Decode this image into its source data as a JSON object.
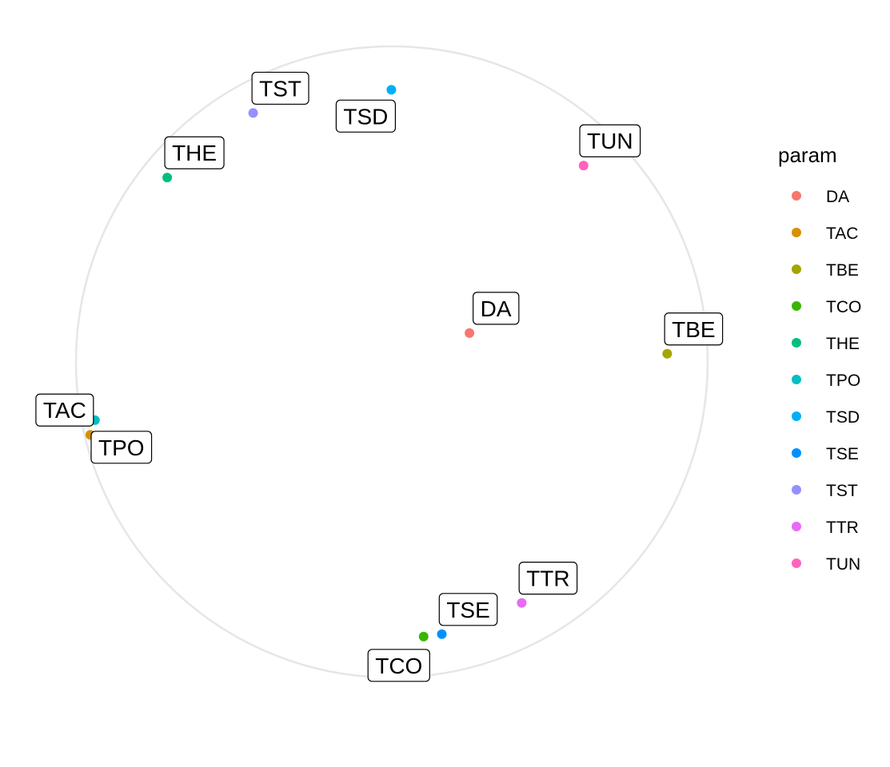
{
  "chart_data": {
    "type": "scatter",
    "coord": "polar",
    "grid": false,
    "legend": {
      "title": "param",
      "position": "right"
    },
    "points": [
      {
        "name": "DA",
        "angle_deg": 69.6,
        "radius": 0.267,
        "color": "#F8766D"
      },
      {
        "name": "TAC",
        "angle_deg": 256.4,
        "radius": 1.0,
        "color": "#D89000"
      },
      {
        "name": "TBE",
        "angle_deg": 88.3,
        "radius": 0.888,
        "color": "#A3A500"
      },
      {
        "name": "TCO",
        "angle_deg": 173.4,
        "radius": 0.892,
        "color": "#39B600"
      },
      {
        "name": "THE",
        "angle_deg": 309.4,
        "radius": 0.937,
        "color": "#00BF7D"
      },
      {
        "name": "TPO",
        "angle_deg": 258.9,
        "radius": 0.975,
        "color": "#00BFC4"
      },
      {
        "name": "TSD",
        "angle_deg": 359.9,
        "radius": 0.878,
        "color": "#00B0F6"
      },
      {
        "name": "TSE",
        "angle_deg": 169.6,
        "radius": 0.893,
        "color": "#0091FF"
      },
      {
        "name": "TST",
        "angle_deg": 330.9,
        "radius": 0.919,
        "color": "#9590FF"
      },
      {
        "name": "TTR",
        "angle_deg": 151.7,
        "radius": 0.883,
        "color": "#E76BF3"
      },
      {
        "name": "TUN",
        "angle_deg": 44.3,
        "radius": 0.885,
        "color": "#FF62BC"
      }
    ]
  }
}
